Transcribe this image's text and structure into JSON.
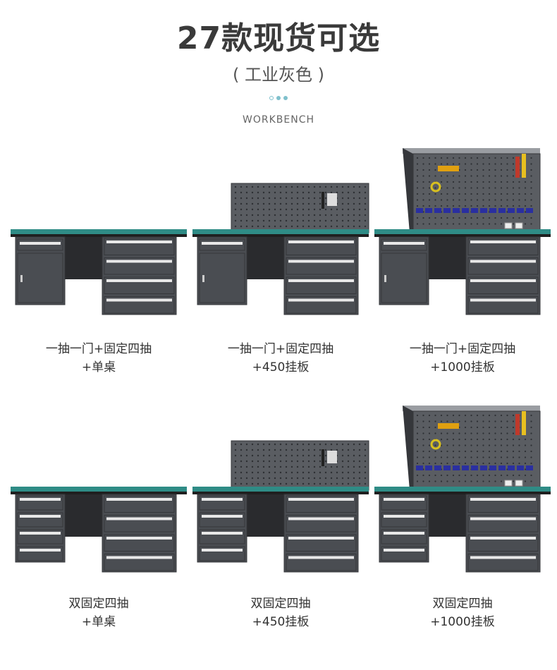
{
  "header": {
    "title": "27款现货可选",
    "subtitle": "( 工业灰色 )",
    "eng_label": "WORKBENCH"
  },
  "colors": {
    "cabinet": "#4a4d52",
    "cabinet_dark": "#35373b",
    "top_green": "#2f8c86",
    "pegboard": "#5a5d62",
    "bin_blue": "#2a2fa0"
  },
  "products": [
    {
      "line1": "一抽一门+固定四抽",
      "line2": "+单桌",
      "left_cabinet": "drawer-door",
      "board": "none"
    },
    {
      "line1": "一抽一门+固定四抽",
      "line2": "+450挂板",
      "left_cabinet": "drawer-door",
      "board": "450"
    },
    {
      "line1": "一抽一门+固定四抽",
      "line2": "+1000挂板",
      "left_cabinet": "drawer-door",
      "board": "1000"
    },
    {
      "line1": "双固定四抽",
      "line2": "+单桌",
      "left_cabinet": "four-drawer",
      "board": "none"
    },
    {
      "line1": "双固定四抽",
      "line2": "+450挂板",
      "left_cabinet": "four-drawer",
      "board": "450"
    },
    {
      "line1": "双固定四抽",
      "line2": "+1000挂板",
      "left_cabinet": "four-drawer",
      "board": "1000"
    }
  ]
}
